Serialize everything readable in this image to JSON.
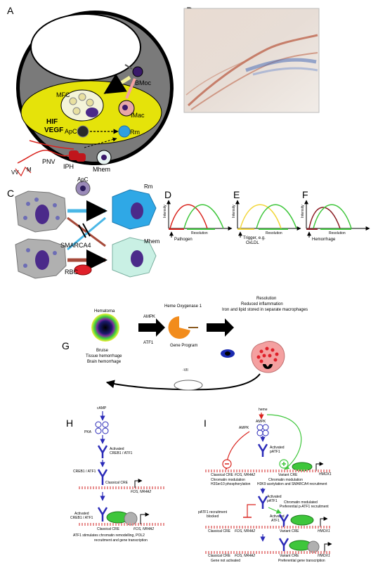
{
  "panels": {
    "A": {
      "letter": "A",
      "labels": {
        "bmoc": "BMoc",
        "mfc": "MFC",
        "hif": "HIF",
        "vegf": "VEGF",
        "imac": "IMac",
        "apc": "ApC",
        "rm": "Rm",
        "pnv": "PNV",
        "vv": "VV",
        "m": "M",
        "iph": "IPH",
        "mhem": "Mhem"
      }
    },
    "B": {
      "letter": "B"
    },
    "C": {
      "letter": "C",
      "labels": {
        "apc": "ApC",
        "rm": "Rm",
        "smarca4": "SMARCA4",
        "rbc": "RBC",
        "mhem": "Mhem"
      }
    },
    "D": {
      "letter": "D",
      "ylabel": "Intensity",
      "resolution": "Resolution",
      "trigger": "Pathogen"
    },
    "E": {
      "letter": "E",
      "ylabel": "Intensity",
      "resolution": "Resolution",
      "trigger_line1": "Trigger, e.g.",
      "trigger_line2": "OxLDL"
    },
    "F": {
      "letter": "F",
      "ylabel": "Intensity",
      "resolution": "Resolution",
      "trigger": "Hemorrhage"
    },
    "G": {
      "letter": "G",
      "hematoma": "Hematoma",
      "bruise": "Bruise",
      "tissue_hemorrhage": "Tissue hemorrhage",
      "brain_hemorrhage": "Brain hemorrhage",
      "ampk": "AMPK",
      "atf1": "ATF1",
      "heme_oxygenase": "Heme Oxygenase 1",
      "gene_program": "Gene Program",
      "resolution": "Resolution",
      "reduced_inflammation": "Reduced inflammation",
      "iron_lipid": "Iron and lipid stored in separate macrophages",
      "vii": "-VII"
    },
    "H": {
      "letter": "H",
      "camp": "cAMP",
      "pka": "PKA",
      "activated": "Activated",
      "creb_atf": "CREB1 / ATF1",
      "classical_cre": "Classical CRE",
      "fos": "FOS, NR4A2",
      "caption_line1": "ATF1 stimulates chromatin remodelling, POL2",
      "caption_line2": "recruitment and gene transcription"
    },
    "I": {
      "letter": "I",
      "heme": "heme",
      "ampk": "AMPK",
      "activated": "Activated",
      "patf1": "pATF1",
      "classical_cre": "Classical CRE",
      "chromatin_mod": "Chromatin modulation",
      "h3s": "H3Ser10 phosphorylation",
      "h3k9": "H3K9 acetylation and SMARCA4 recruitment",
      "variant_cre": "Variant CRE",
      "hmox1": "HMOX1",
      "fos": "FOS, NR4A2",
      "patf1_blocked_1": "pATF1 recruitment",
      "patf1_blocked_2": "blocked",
      "chrom_mod_2": "Chromatin modulated",
      "pref_recruit": "Preferential p-ATF1 recruitment",
      "not_activated": "Gene not activated",
      "pref_transcription": "Preferential gene transcription"
    }
  },
  "colors": {
    "red": "#d9231d",
    "green": "#3ec63b",
    "yellow": "#f2d63a",
    "blue": "#2a2ab8",
    "purple": "#4b2a8a",
    "vessel_yellow": "#f4ef0f",
    "vessel_gray": "#707070"
  }
}
